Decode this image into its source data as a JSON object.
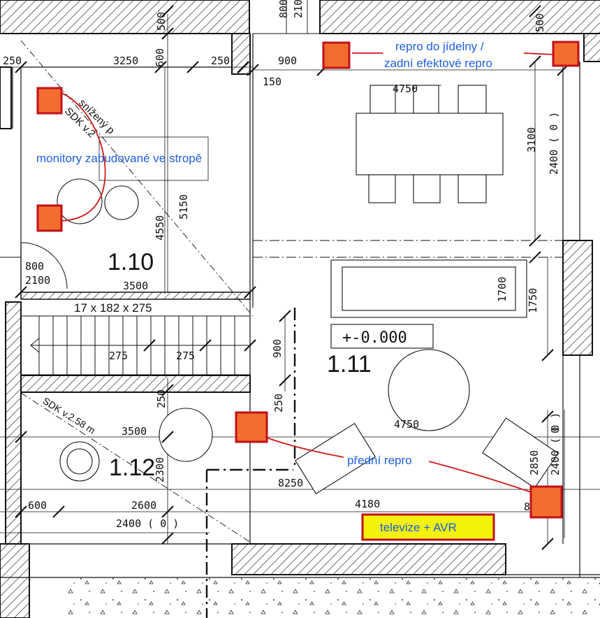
{
  "colors": {
    "speaker_fill": "#f26d2e",
    "speaker_stroke": "#c0101a",
    "annotation_text": "#1e5fe0",
    "leader_line": "#d01818",
    "tv_fill": "#f2f20a"
  },
  "rooms": {
    "r110": "1.10",
    "r111": "1.11",
    "r112": "1.12"
  },
  "level": "+-0.000",
  "annotations": {
    "rear_speakers_line1": "repro do jídelny /",
    "rear_speakers_line2": "zadní efektové repro",
    "ceiling_monitors": "monitory zabudované ve stropě",
    "front_speakers": "přední repro",
    "tv_avr": "televize + AVR"
  },
  "notes": {
    "sdk_lowered_1": "snížený p",
    "sdk_lowered_2": "SDK v.2",
    "sdk_112": "SDK v.2.58 m",
    "stairs": "17 x 182 x 275"
  },
  "dimensions": {
    "d500_top": "500",
    "d800_top": "800",
    "d210_top": "210",
    "d500_right_top": "500",
    "d250_left": "250",
    "d3250": "3250",
    "d600_a": "600",
    "d250_b": "250",
    "d900_a": "900",
    "d150": "150",
    "d4750_table": "4750",
    "d3100": "3100",
    "d2400_0_a": "2400 ( 0 )",
    "d5150": "5150",
    "d4550": "4550",
    "d800_door": "800",
    "d2100_door": "2100",
    "d3500_a": "3500",
    "d1700": "1700",
    "d1750": "1750",
    "d275_a": "275",
    "d275_b": "275",
    "d900_b": "900",
    "d250_c": "250",
    "d250_d": "250",
    "d3500_b": "3500",
    "d4750_b": "4750",
    "d2300": "2300",
    "d8250": "8250",
    "d2850": "2850",
    "d2400_0_b": "2400 ( 0 )",
    "d600_b": "600",
    "d2600": "2600",
    "d4180": "4180",
    "d8_edge": "8",
    "d2400_0_c": "2400 ( 0 )",
    "d0_right": "0"
  }
}
